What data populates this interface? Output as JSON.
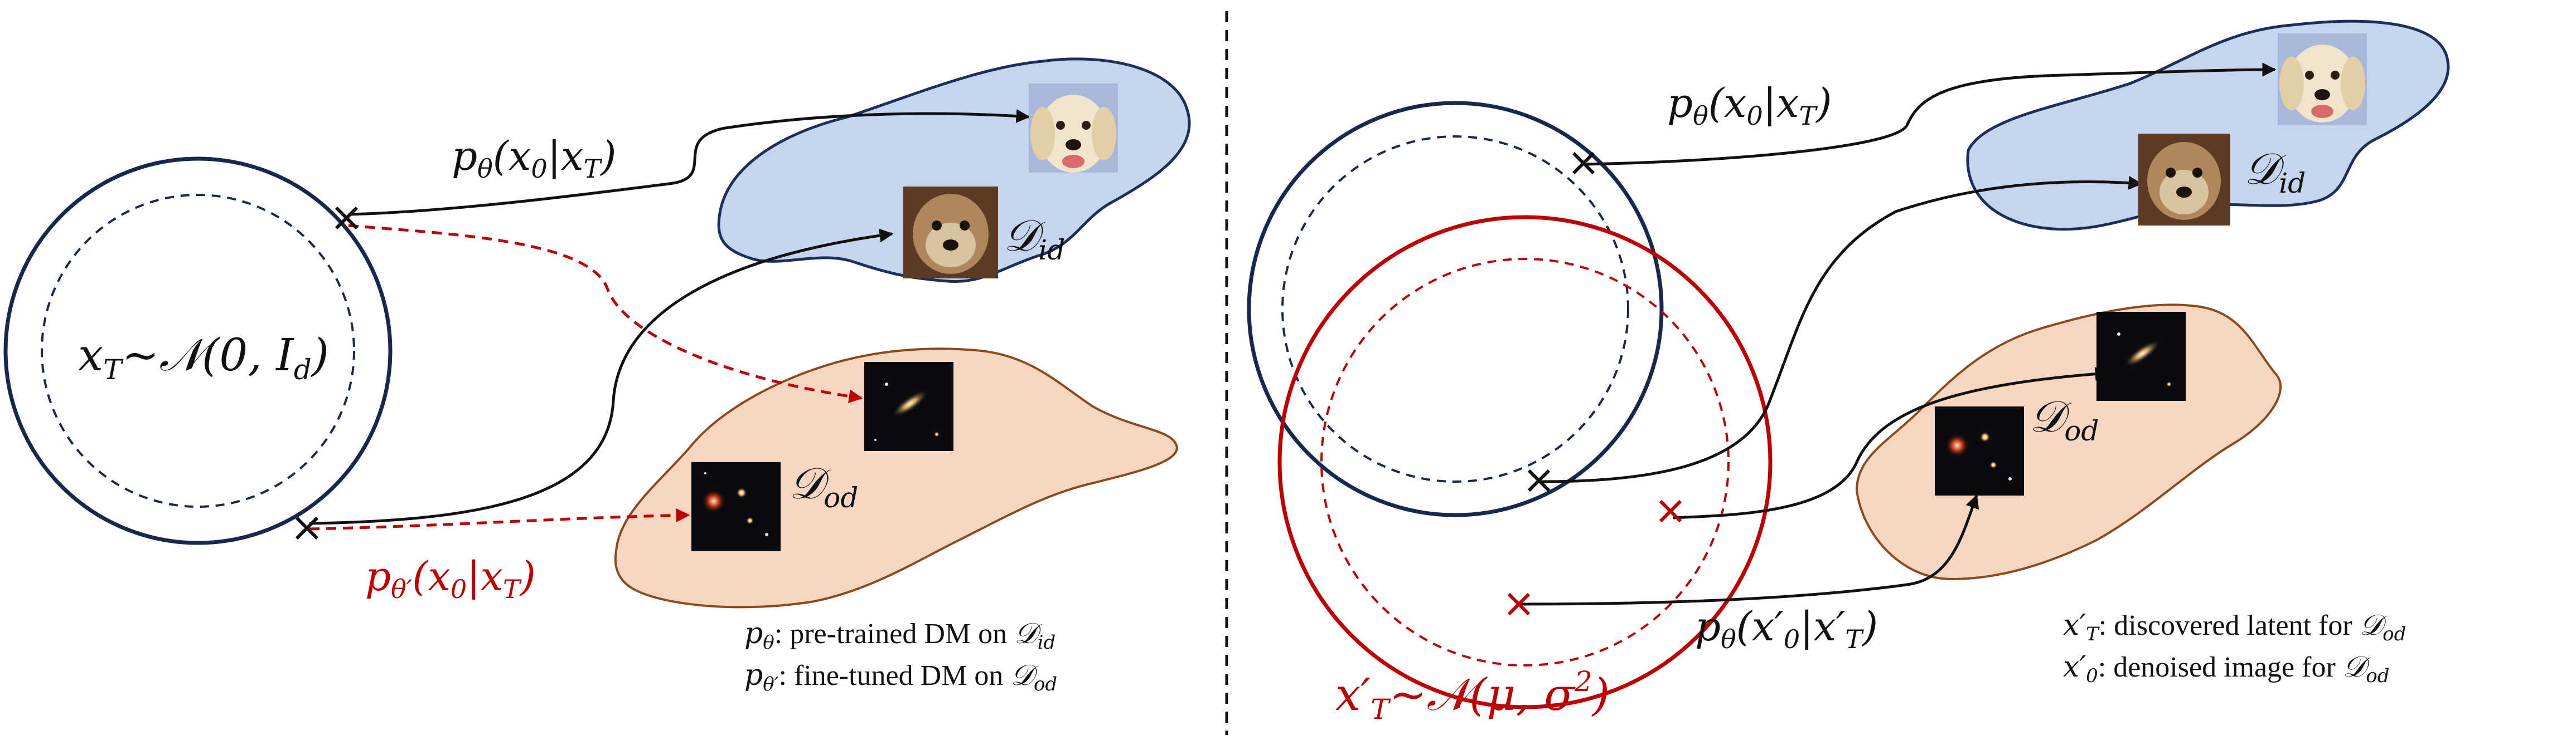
{
  "colors": {
    "navy": "#16284f",
    "red": "#c00000",
    "black": "#111111",
    "id_fill": "#c6d5ee",
    "id_stroke": "#1c2e5a",
    "od_fill": "#f6d6c0",
    "od_stroke": "#8a4a1e"
  },
  "icons": {
    "latent_marker": "x-mark-icon",
    "dog_image_a": "golden-retriever-photo-icon",
    "dog_image_b": "terrier-photo-icon",
    "galaxy_image_a": "galaxy-photo-icon",
    "galaxy_image_b": "galaxy-pair-photo-icon"
  },
  "left": {
    "latent_label": {
      "x": "x",
      "x_sub": "T",
      "rest": "~𝒩(0, ",
      "I": "I",
      "I_sub": "d",
      "close": ")"
    },
    "pretrained_path_label": {
      "p": "p",
      "p_sub": "θ",
      "body": "(x",
      "s1": "0",
      "mid": "|x",
      "s2": "T",
      "close": ")"
    },
    "finetuned_path_label": {
      "p": "p",
      "p_sub": "θ′",
      "body": "(x",
      "s1": "0",
      "mid": "|x",
      "s2": "T",
      "close": ")"
    },
    "id_domain": {
      "D": "𝒟",
      "sub": "id"
    },
    "od_domain": {
      "D": "𝒟",
      "sub": "od"
    },
    "legend": [
      {
        "sym": "p",
        "sub": "θ",
        "text": ": pre-trained DM on ",
        "D": "𝒟",
        "Dsub": "id"
      },
      {
        "sym": "p",
        "sub": "θ′",
        "text": ": fine-tuned DM on ",
        "D": "𝒟",
        "Dsub": "od"
      }
    ]
  },
  "right": {
    "latent_label": {
      "x": "x′",
      "x_sub": "T",
      "rest": "~𝒩(μ, σ",
      "sup": "2",
      "close": ")"
    },
    "id_path_label": {
      "p": "p",
      "p_sub": "θ",
      "body": "(x",
      "s1": "0",
      "mid": "|x",
      "s2": "T",
      "close": ")"
    },
    "od_path_label": {
      "p": "p",
      "p_sub": "θ",
      "body": "(x′",
      "s1": "0",
      "mid": "|x′",
      "s2": "T",
      "close": ")"
    },
    "id_domain": {
      "D": "𝒟",
      "sub": "id"
    },
    "od_domain": {
      "D": "𝒟",
      "sub": "od"
    },
    "legend": [
      {
        "sym": "x′",
        "sub": "T",
        "text": ": discovered latent for ",
        "D": "𝒟",
        "Dsub": "od"
      },
      {
        "sym": "x′",
        "sub": "0",
        "text": ": denoised image for ",
        "D": "𝒟",
        "Dsub": "od"
      }
    ]
  }
}
